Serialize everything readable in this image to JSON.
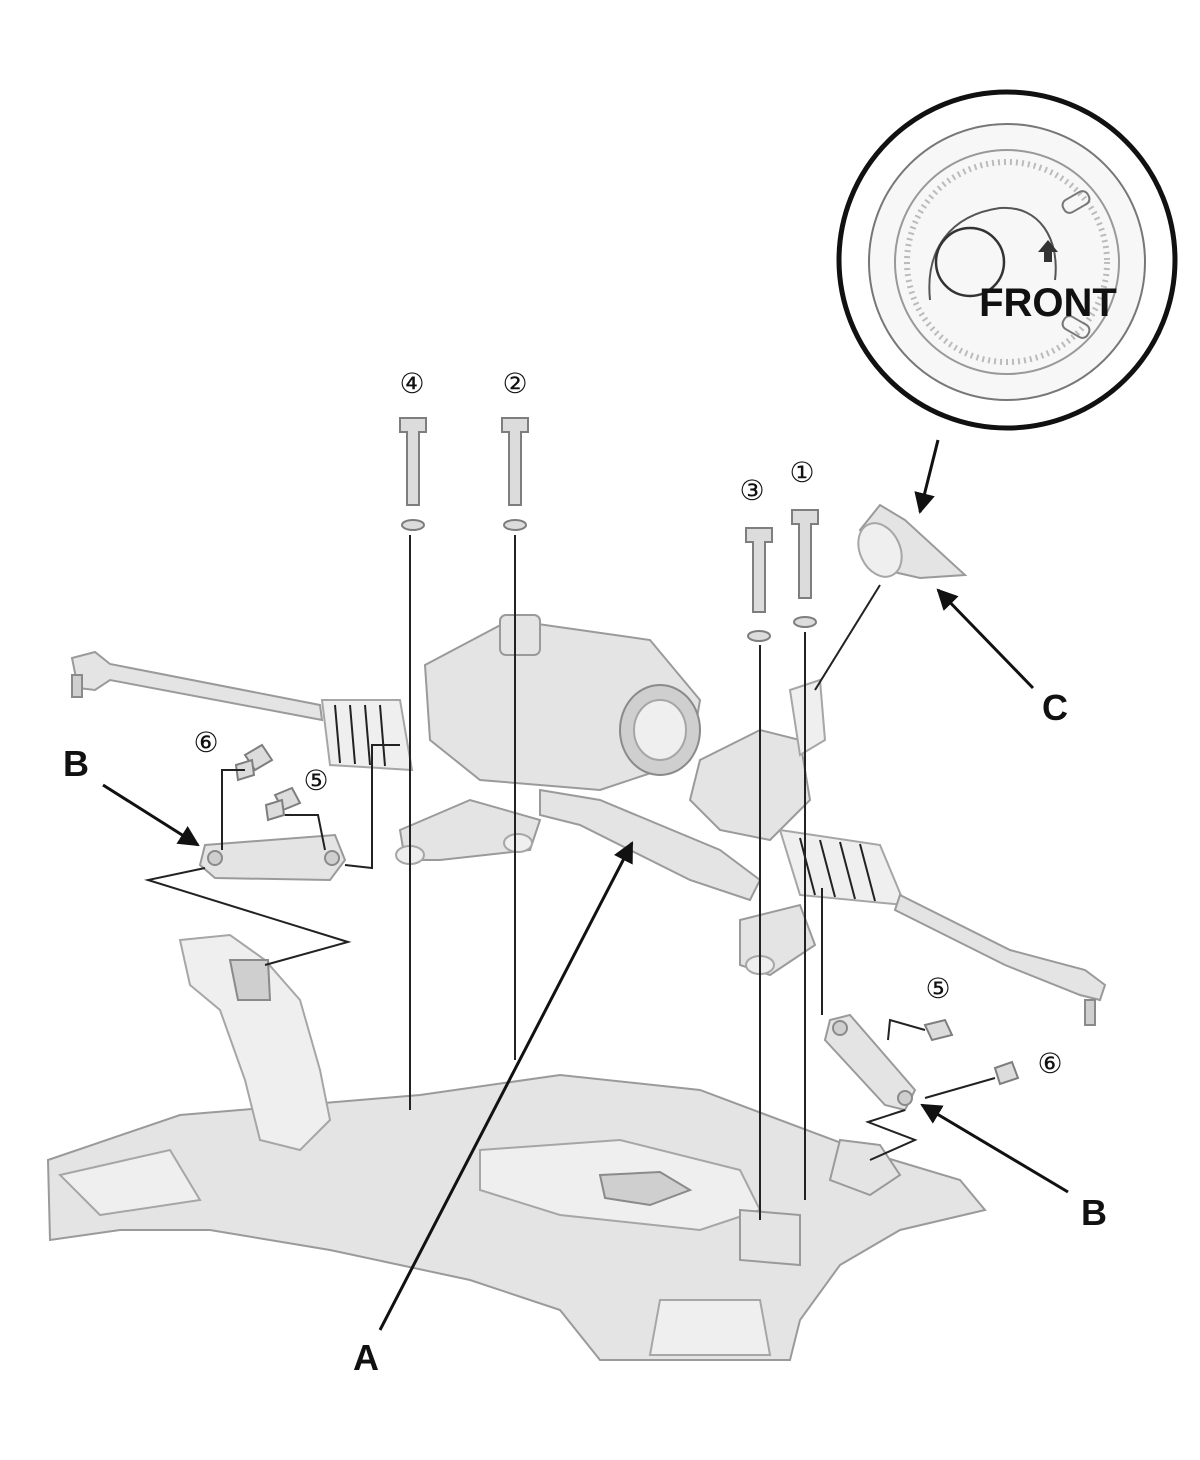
{
  "callouts": {
    "A": "A",
    "B_left": "B",
    "B_right": "B",
    "C": "C"
  },
  "bolt_numbers": {
    "n1": "①",
    "n2": "②",
    "n3": "③",
    "n4": "④",
    "n5_left": "⑤",
    "n6_left": "⑥",
    "n5_right": "⑤",
    "n6_right": "⑥"
  },
  "inset": {
    "label": "FRONT"
  },
  "colors": {
    "line": "#111111",
    "part_fill": "#e4e4e4",
    "background": "#ffffff"
  }
}
